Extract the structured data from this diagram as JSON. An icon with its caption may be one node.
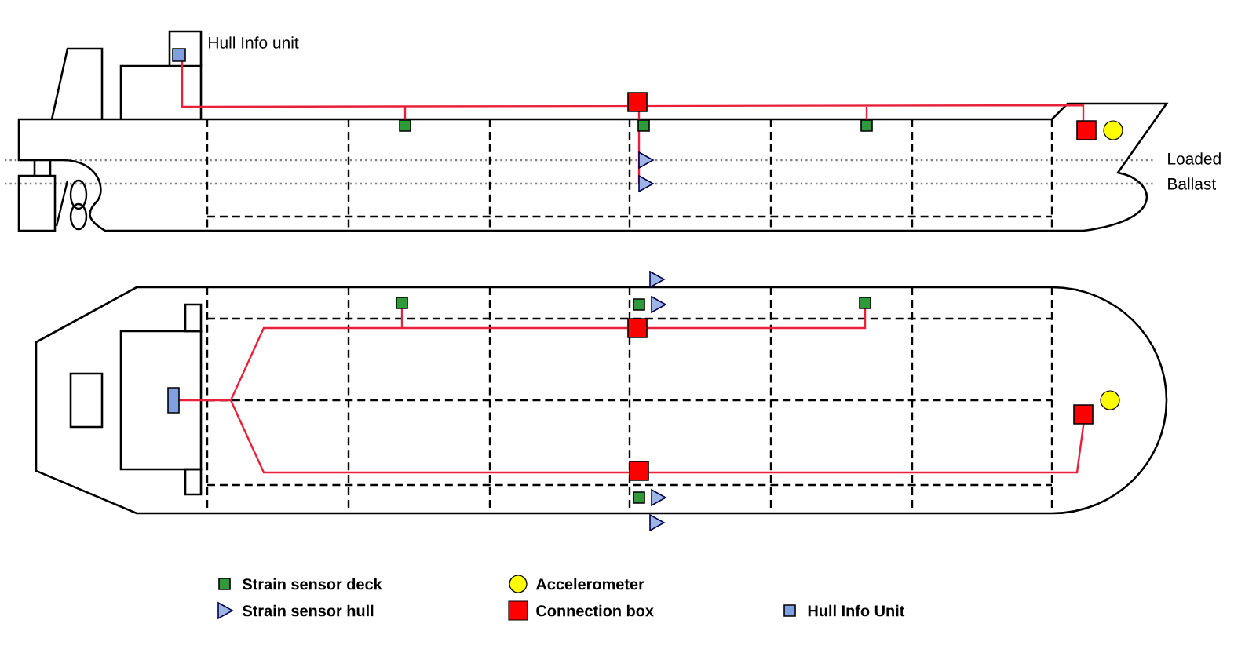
{
  "diagram": {
    "labels": [
      "Hull Info unit",
      "Loaded",
      "Ballast"
    ],
    "legend": [
      {
        "text": "Strain sensor deck",
        "color": "#2e9a3a"
      },
      {
        "text": "Accelerometer",
        "color": "#ffff00"
      },
      {
        "text": "Strain sensor hull"
      },
      {
        "text": "Connection box",
        "color": "#ff0000"
      },
      {
        "text": "Hull Info Unit",
        "color": "#7f9fe0"
      }
    ]
  }
}
